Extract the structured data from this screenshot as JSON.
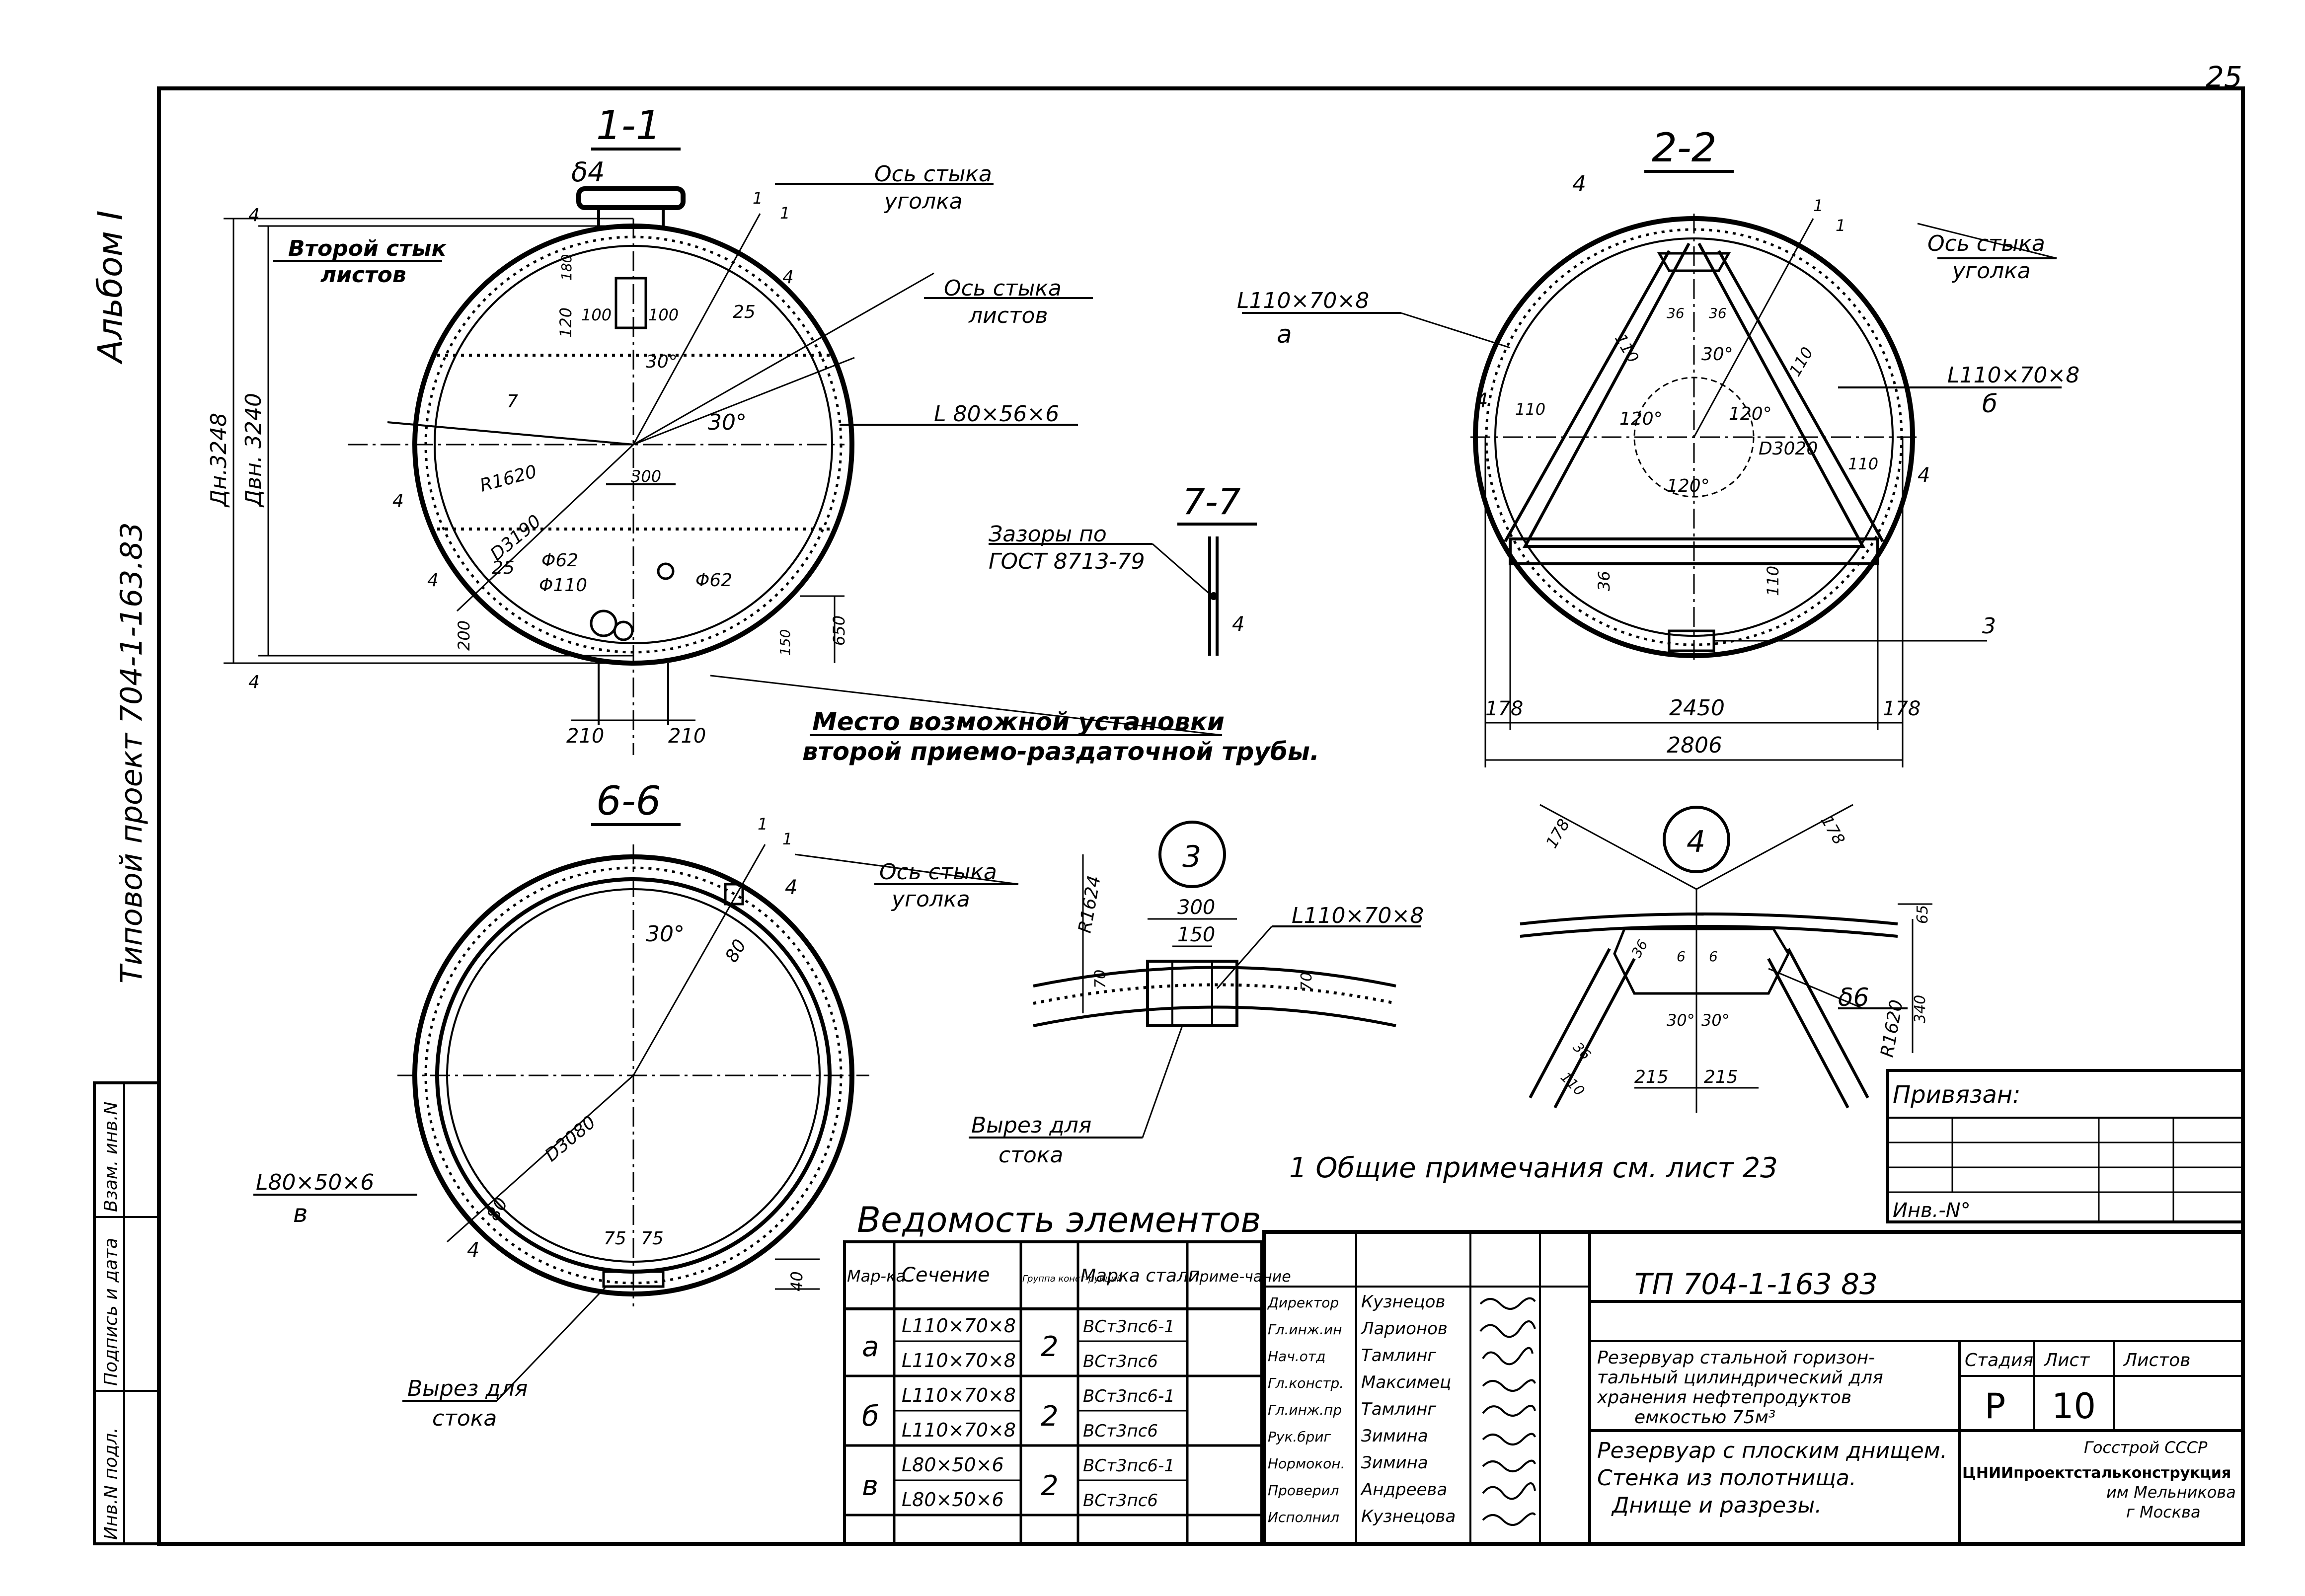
{
  "page_number": "25",
  "album": "Альбом I",
  "project_side": "Типовой проект 704-1-163.83",
  "sections": {
    "s11": {
      "title": "1-1",
      "labels": {
        "d4": "δ4",
        "joint_angle": "Ось стыка уголка",
        "joint_angle_l1": "Ось стыка",
        "joint_angle_l2": "уголка",
        "second_joint_l1": "Второй стык",
        "second_joint_l2": "листов",
        "joint_sheets_l1": "Ось стыка",
        "joint_sheets_l2": "листов",
        "angle": "L 80×56×6",
        "dn": "Дн.3248",
        "dvn": "Двн. 3240",
        "r": "R1620",
        "d": "D3190",
        "a30a": "30°",
        "a30b": "30°",
        "n25a": "25",
        "n25b": "25",
        "n100a": "100",
        "n100b": "100",
        "n120": "120",
        "n180": "180",
        "n300": "300",
        "f62a": "Φ62",
        "f62b": "Φ62",
        "f110": "Φ110",
        "n200": "200",
        "n150": "150",
        "n650": "650",
        "n210a": "210",
        "n210b": "210",
        "n4a": "4",
        "n4b": "4",
        "n4c": "4",
        "n4d": "4",
        "n4e": "4",
        "n1a": "1",
        "n1b": "1",
        "n7": "7",
        "place_l1": "Место возможной установки",
        "place_l2": "второй приемо-раздаточной трубы."
      }
    },
    "s22": {
      "title": "2-2",
      "labels": {
        "n4a": "4",
        "n4b": "4",
        "n4c": "4",
        "angle_a": "L110×70×8",
        "a": "а",
        "angle_b": "L110×70×8",
        "b": "б",
        "joint_l1": "Ось стыка",
        "joint_l2": "уголка",
        "n110a": "110",
        "n110b": "110",
        "n110c": "110",
        "n110d": "110",
        "n110e": "110",
        "n36a": "36",
        "n36b": "36",
        "n36c": "36",
        "a30": "30°",
        "a120a": "120°",
        "a120b": "120°",
        "a120c": "120°",
        "d3020": "D3020",
        "n3": "3",
        "n178a": "178",
        "n178b": "178",
        "n2450": "2450",
        "n2806": "2806",
        "n1a": "1",
        "n1b": "1"
      }
    },
    "s77": {
      "title": "7-7",
      "gap_l1": "Зазоры по",
      "gap_l2": "ГОСТ 8713-79",
      "n4": "4"
    },
    "s66": {
      "title": "6-6",
      "labels": {
        "joint_l1": "Ось стыка",
        "joint_l2": "уголка",
        "a30": "30°",
        "n80a": "80",
        "n80b": "80",
        "n4a": "4",
        "n4b": "4",
        "n1a": "1",
        "n1b": "1",
        "d3080": "D3080",
        "angle": "L80×50×6",
        "v": "в",
        "n75a": "75",
        "n75b": "75",
        "n40": "40",
        "cut_l1": "Вырез для",
        "cut_l2": "стока"
      }
    },
    "node3": {
      "num": "3",
      "r": "R1624",
      "n300": "300",
      "n150": "150",
      "angle": "L110×70×8",
      "n70a": "70",
      "n70b": "70",
      "cut_l1": "Вырез для",
      "cut_l2": "стока"
    },
    "node4": {
      "num": "4",
      "n178a": "178",
      "n178b": "178",
      "n65": "65",
      "n340": "340",
      "r": "R1620",
      "d6": "δ6",
      "n36a": "36",
      "n36b": "36",
      "n6a": "6",
      "n6b": "6",
      "a30a": "30°",
      "a30b": "30°",
      "n110": "110",
      "n215a": "215",
      "n215b": "215"
    }
  },
  "notes": "1 Общие примечания см. лист 23",
  "privyazan": "Привязан:",
  "inv": "Инв.-N°",
  "side_stamp": {
    "c1": "Инв.N подл.",
    "c2": "Подпись и дата",
    "c3": "Взам. инв.N"
  },
  "elements_table": {
    "title": "Ведомость элементов",
    "headers": [
      "Мар-ка",
      "Сечение",
      "Группа конст-рукций",
      "Марка стали",
      "Приме-чание"
    ],
    "rows": [
      {
        "mark": "а",
        "s1": "L110×70×8",
        "s2": "L110×70×8",
        "group": "2",
        "st1": "ВСт3пс6-1",
        "st2": "ВСт3пс6"
      },
      {
        "mark": "б",
        "s1": "L110×70×8",
        "s2": "L110×70×8",
        "group": "2",
        "st1": "ВСт3пс6-1",
        "st2": "ВСт3пс6"
      },
      {
        "mark": "в",
        "s1": "L80×50×6",
        "s2": "L80×50×6",
        "group": "2",
        "st1": "ВСт3пс6-1",
        "st2": "ВСт3пс6"
      }
    ]
  },
  "title_block": {
    "doc": "ТП 704-1-163 83",
    "staff": [
      {
        "role": "Директор",
        "name": "Кузнецов"
      },
      {
        "role": "Гл.инж.ин",
        "name": "Ларионов"
      },
      {
        "role": "Нач.отд",
        "name": "Тамлинг"
      },
      {
        "role": "Гл.констр.",
        "name": "Максимец"
      },
      {
        "role": "Гл.инж.пр",
        "name": "Тамлинг"
      },
      {
        "role": "Рук.бриг",
        "name": "Зимина"
      },
      {
        "role": "Нормокон.",
        "name": "Зимина"
      },
      {
        "role": "Проверил",
        "name": "Андреева"
      },
      {
        "role": "Исполнил",
        "name": "Кузнецова"
      }
    ],
    "desc1": [
      "Резервуар стальной горизон-",
      "тальный цилиндрический для",
      "хранения нефтепродуктов",
      "емкостью 75м³"
    ],
    "desc2": [
      "Резервуар с плоским днищем.",
      "Стенка из полотнища.",
      "Днище и разрезы."
    ],
    "stage_h": "Стадия",
    "sheet_h": "Лист",
    "sheets_h": "Листов",
    "stage": "Р",
    "sheet": "10",
    "sheets": "",
    "org": [
      "Госстрой СССР",
      "ЦНИИпроектстальконструкция",
      "им Мельникова",
      "г Москва"
    ]
  }
}
